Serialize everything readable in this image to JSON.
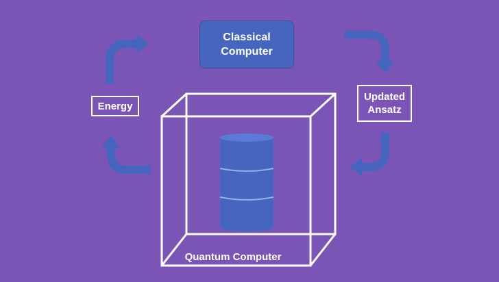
{
  "diagram": {
    "classical_computer": {
      "label": "Classical\nComputer"
    },
    "updated_ansatz": {
      "label": "Updated\nAnsatz"
    },
    "energy": {
      "label": "Energy"
    },
    "quantum_computer": {
      "label": "Quantum Computer"
    }
  },
  "colors": {
    "background": "#7b55b6",
    "accent_blue": "#4665bf",
    "outline": "#ffffff"
  }
}
